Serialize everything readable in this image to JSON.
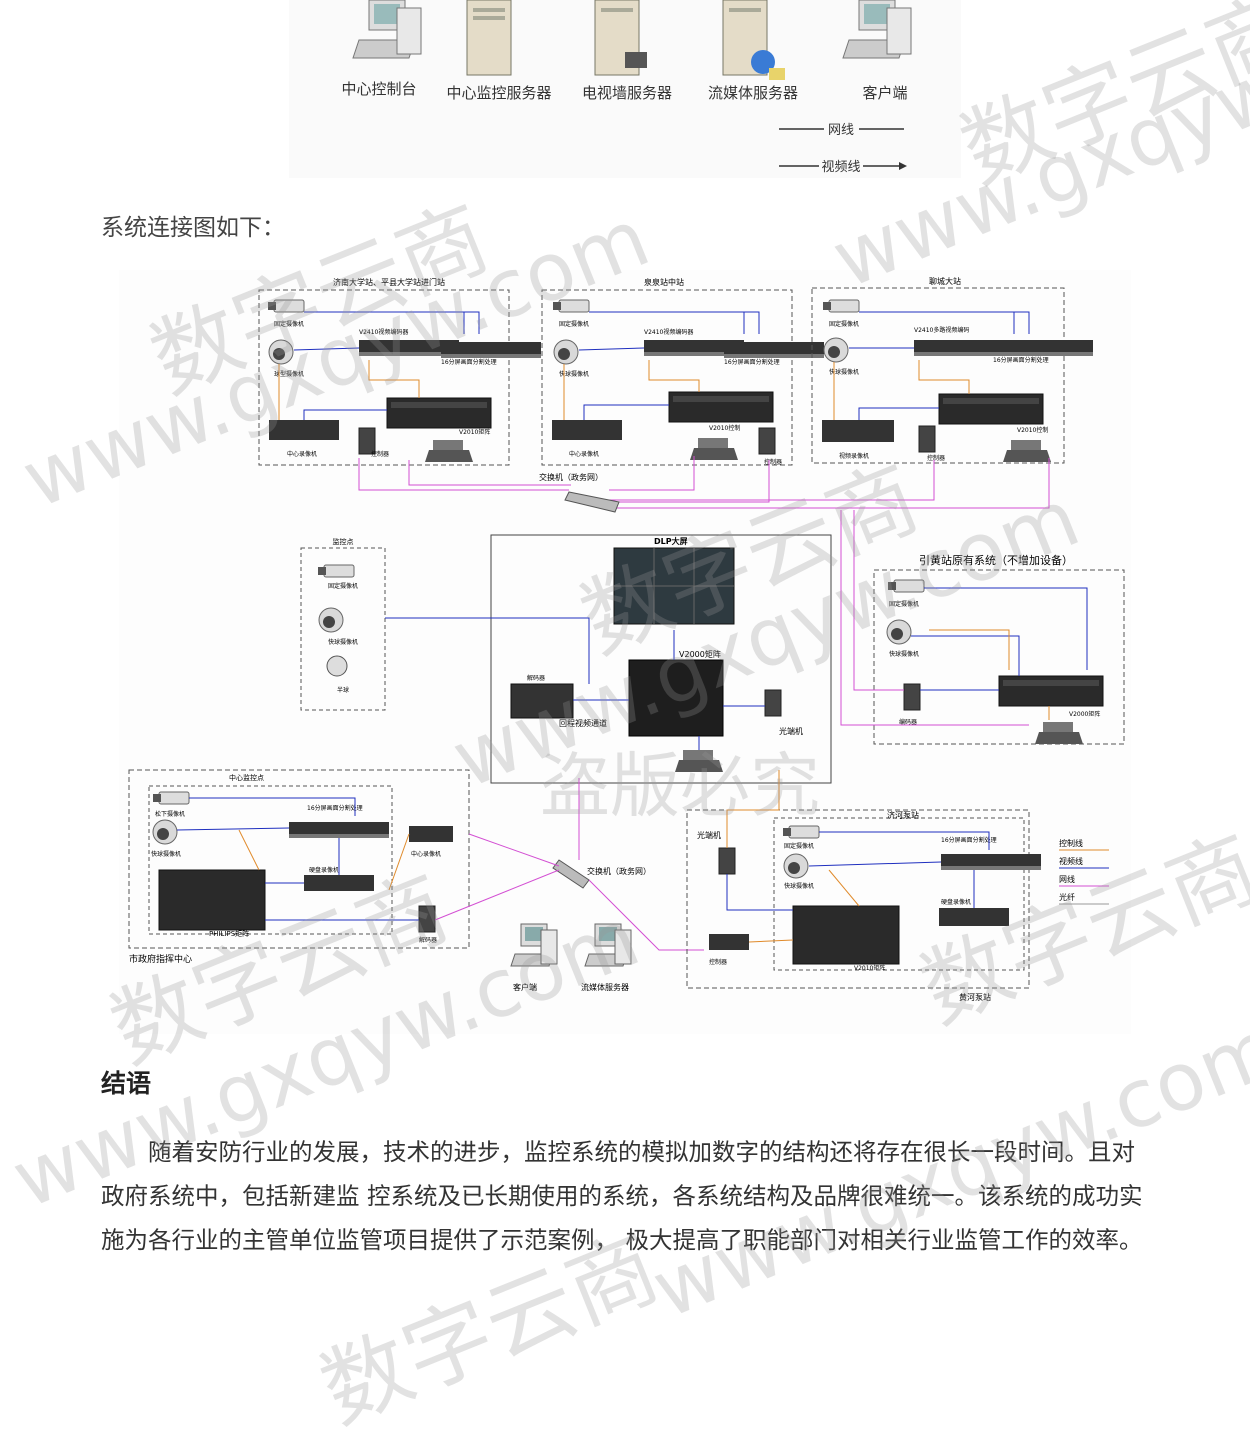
{
  "fig1": {
    "devices": [
      "中心控制台",
      "中心监控服务器",
      "电视墙服务器",
      "流媒体服务器",
      "客户端"
    ],
    "legend": [
      "网线",
      "视频线"
    ]
  },
  "caption": "系统连接图如下：",
  "fig2": {
    "sites": [
      {
        "title": "济南大学站、平县大学站进门站",
        "cam": "固定摄像机",
        "ptz": "球型摄像机",
        "enc": "V2410视频编码器",
        "div": "16分屏画面分割处理",
        "dvr": "中心录像机",
        "kbd": "控制器",
        "mat": "V2010矩阵"
      },
      {
        "title": "泉泉站中站",
        "cam": "固定摄像机",
        "ptz": "快球摄像机",
        "enc": "V2410视频编码器",
        "div": "16分屏画面分割处理",
        "dvr": "中心录像机",
        "kbd": "V2010控制",
        "mat": "控制器"
      },
      {
        "title": "聊城大站",
        "cam": "固定摄像机",
        "ptz": "快球摄像机",
        "enc": "V2410多路视频编码",
        "div": "16分屏画面分割处理",
        "dvr": "视频录像机",
        "kbd": "控制器",
        "mat": "V2010控制"
      }
    ],
    "switch_top": "交换机（政务网）",
    "dlp": "DLP大屏",
    "matrix": "V2000矩阵",
    "pc_box": "监控点",
    "cam_labels": [
      "固定摄像机",
      "快球摄像机",
      "半球"
    ],
    "encoder_box": "解码器",
    "video_channel": "回程视频通道",
    "fiber": "光端机",
    "existing": "引黄站原有系统（不增加设备）",
    "existing_labels": [
      "固定摄像机",
      "快球摄像机",
      "编码器",
      "V2000矩阵"
    ],
    "left_center": "市政府指挥中心",
    "left_labels": [
      "中心监控点",
      "松下摄像机",
      "快球摄像机",
      "16分屏画面分割处理",
      "硬盘录像机",
      "中心录像机",
      "解码器",
      "PHILIPS矩阵"
    ],
    "switch_bottom": "交换机（政务网）",
    "client": "客户端",
    "stream": "流媒体服务器",
    "right_box": "济河泵站",
    "right_labels": [
      "光端机",
      "固定摄像机",
      "快球摄像机",
      "16分屏画面分割处理",
      "硬盘录像机",
      "控制器",
      "V2010矩阵"
    ],
    "right_bottom": "黄河泵站",
    "legend": [
      "控制线",
      "视频线",
      "网线",
      "光纤"
    ]
  },
  "heading": "结语",
  "paragraph": "随着安防行业的发展，技术的进步，监控系统的模拟加数字的结构还将存在很长一段时间。且对政府系统中，包括新建监 控系统及已长期使用的系统，各系统结构及品牌很难统一。该系统的成功实施为各行业的主管单位监管项目提供了示范案例， 极大提高了职能部门对相关行业监管工作的效率。",
  "watermarks": [
    "数字云商",
    "www.gxqyw.com",
    "盗版必究"
  ],
  "colors": {
    "video": "#1f2fbf",
    "control": "#e08a2a",
    "network": "#d34fd3",
    "box": "#555555"
  }
}
